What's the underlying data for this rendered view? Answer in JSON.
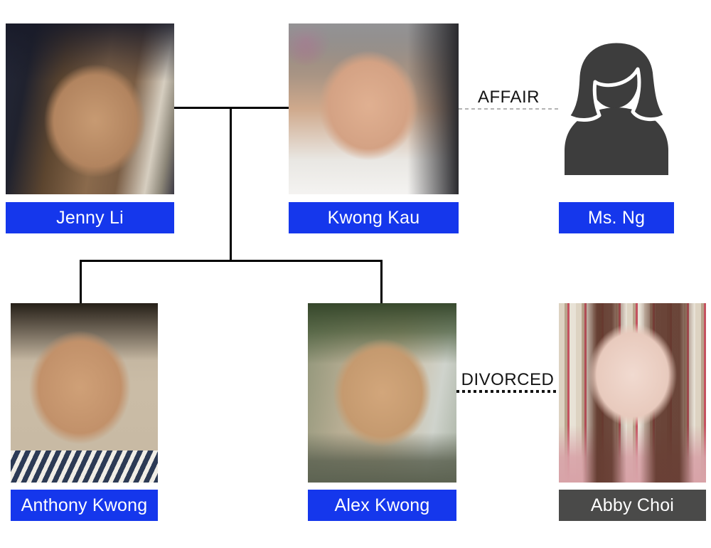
{
  "people": {
    "jenny": {
      "label": "Jenny Li",
      "label_style": "blue"
    },
    "kwong": {
      "label": "Kwong Kau",
      "label_style": "blue"
    },
    "ms_ng": {
      "label": "Ms. Ng",
      "label_style": "blue",
      "photo": "woman-silhouette-placeholder"
    },
    "anthony": {
      "label": "Anthony Kwong",
      "label_style": "blue"
    },
    "alex": {
      "label": "Alex Kwong",
      "label_style": "blue"
    },
    "abby": {
      "label": "Abby Choi",
      "label_style": "gray"
    }
  },
  "relationships": {
    "affair": {
      "label": "AFFAIR",
      "line_style": "dashed",
      "line_color": "#b3b3b3",
      "between": [
        "Kwong Kau",
        "Ms. Ng"
      ]
    },
    "divorced": {
      "label": "DIVORCED",
      "line_style": "dotted",
      "line_color": "#141414",
      "between": [
        "Alex Kwong",
        "Abby Choi"
      ]
    },
    "marriage": {
      "line_style": "solid",
      "line_color": "#000000",
      "between": [
        "Jenny Li",
        "Kwong Kau"
      ]
    },
    "children": {
      "line_style": "solid",
      "line_color": "#000000",
      "between": [
        "Anthony Kwong",
        "Alex Kwong"
      ]
    }
  },
  "colors": {
    "page-bg": "#ffffff",
    "label-blue": "#1537ec",
    "label-gray": "#4a4a49",
    "label-text": "#ffffff",
    "silhouette": "#3d3d3d",
    "relationship-text": "#141414",
    "tree-line": "#000000",
    "affair-line": "#b3b3b3",
    "divorce-line": "#141414"
  }
}
